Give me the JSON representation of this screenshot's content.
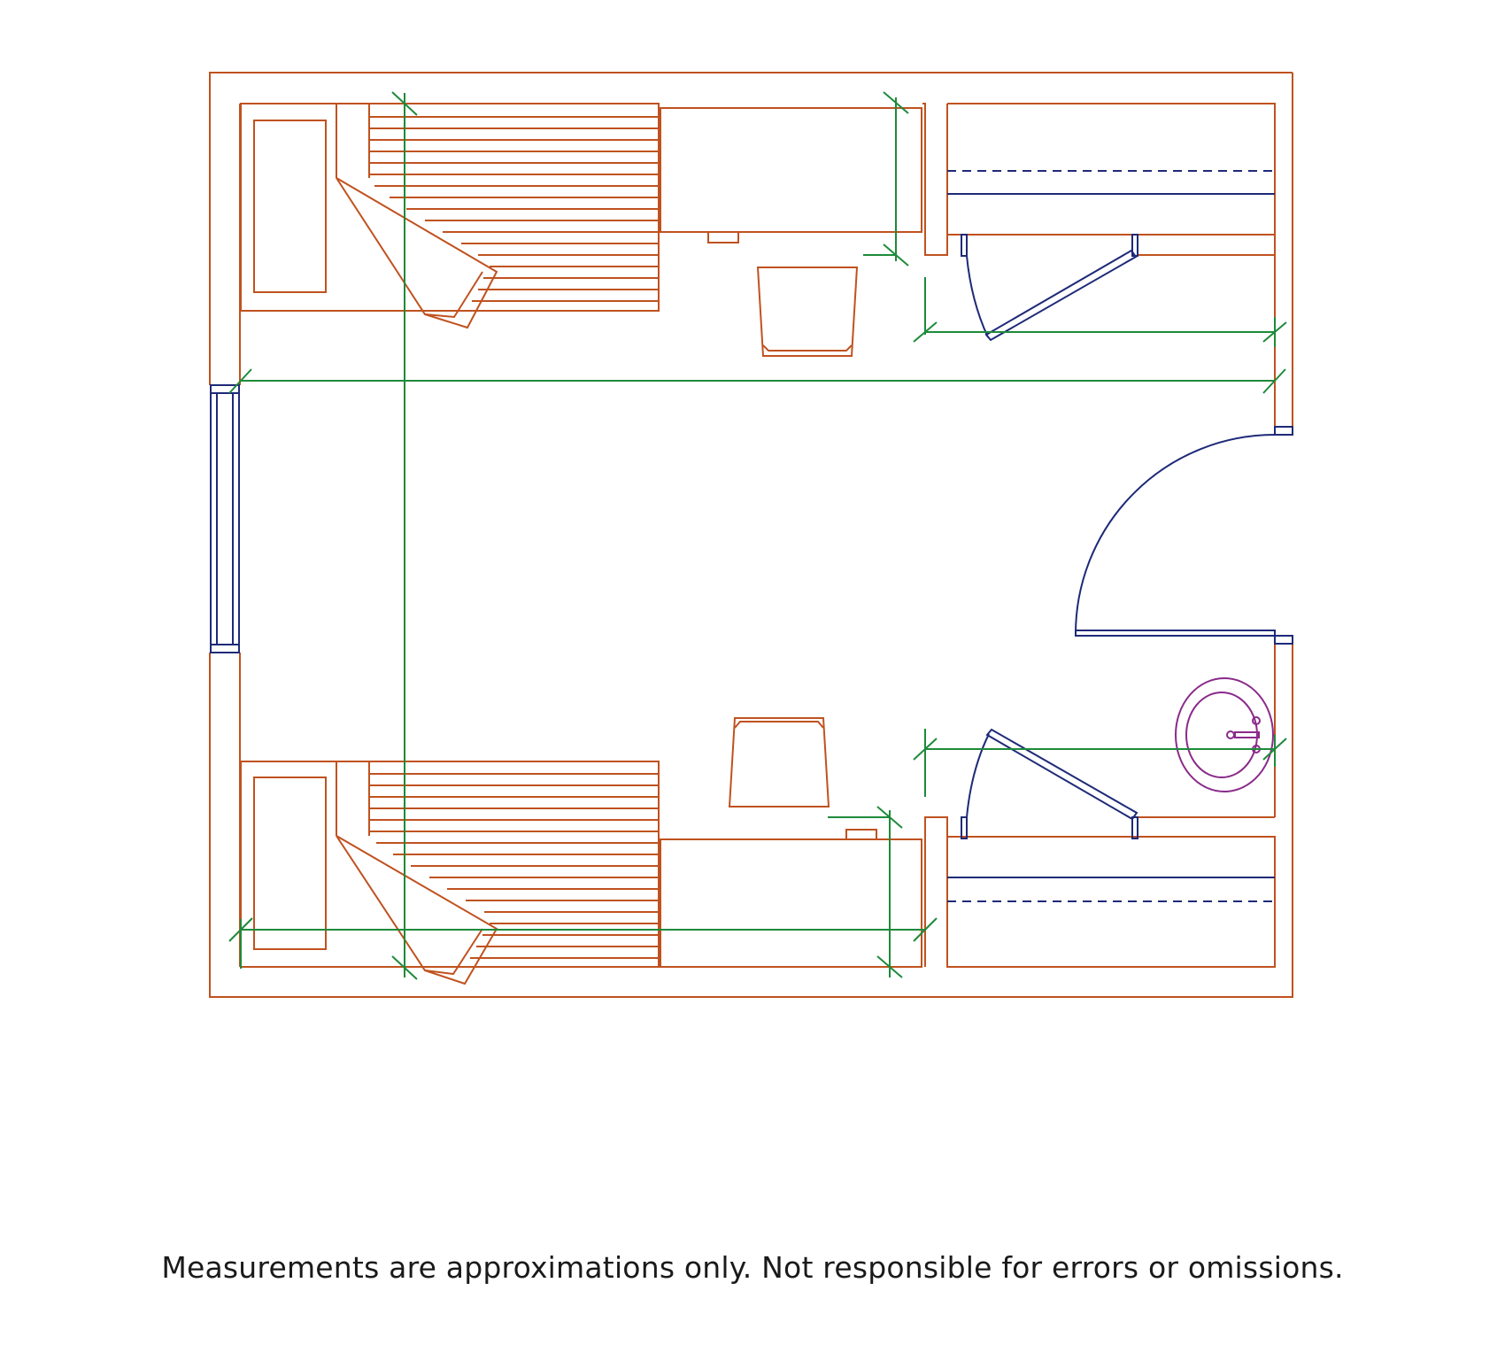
{
  "footer": {
    "disclaimer": "Measurements are approximations only. Not responsible for errors or omissions."
  },
  "colors": {
    "furniture": "#c0521f",
    "door_window": "#1e2a78",
    "dimension": "#1e8a3a",
    "sink": "#8a2a8a",
    "background": "#ffffff",
    "text": "#1a1a1a"
  },
  "legend_semantics": {
    "orange": "walls-and-furniture",
    "navy": "doors-windows-closet-rods",
    "green": "dimension-lines",
    "purple": "sink-fixture"
  }
}
